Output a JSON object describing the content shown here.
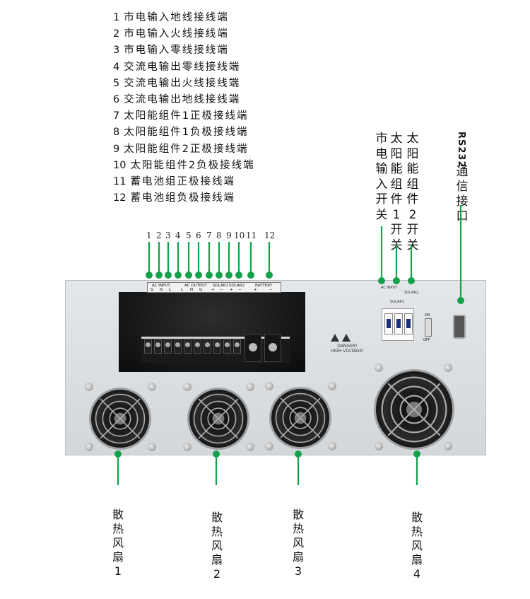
{
  "legend": [
    {
      "num": "1",
      "text": "市电输入地线接线端"
    },
    {
      "num": "2",
      "text": "市电输入火线接线端"
    },
    {
      "num": "3",
      "text": "市电输入零线接线端"
    },
    {
      "num": "4",
      "text": "交流电输出零线接线端"
    },
    {
      "num": "5",
      "text": "交流电输出火线接线端"
    },
    {
      "num": "6",
      "text": "交流电输出地线接线端"
    },
    {
      "num": "7",
      "text": "太阳能组件1正极接线端"
    },
    {
      "num": "8",
      "text": "太阳能组件1负极接线端"
    },
    {
      "num": "9",
      "text": "太阳能组件2正极接线端"
    },
    {
      "num": "10",
      "text": "太阳能组件2负极接线端"
    },
    {
      "num": "11",
      "text": "蓄电池组正极接线端"
    },
    {
      "num": "12",
      "text": "蓄电池组负极接线端"
    }
  ],
  "switch_labels": {
    "mains": "市电输入开关",
    "solar1": "太阳能组件1开关",
    "solar2": "太阳能组件2开关"
  },
  "rs232": {
    "latin": "RS232",
    "cn": "通信接口"
  },
  "terminal_numbers": [
    "1",
    "2",
    "3",
    "4",
    "5",
    "6",
    "7",
    "8",
    "9",
    "10",
    "11",
    "12"
  ],
  "panel_strip": {
    "groups": [
      "AC INPUT",
      "AC OUTPUT",
      "SOLAR1",
      "SOLAR2",
      "BATTERY"
    ],
    "cells": [
      "G",
      "N",
      "L",
      "L",
      "N",
      "G",
      "+",
      "−",
      "+",
      "−",
      "+",
      "−"
    ]
  },
  "breaker_panel": {
    "ac_input": "AC INPUT",
    "solar1": "SOLAR1",
    "solar2": "SOLAR2",
    "on": "ON",
    "off": "OFF"
  },
  "warning": {
    "line1": "DANGER!",
    "line2": "HIGH VOLTAGE!"
  },
  "fans": [
    "散热风扇1",
    "散热风扇2",
    "散热风扇3",
    "散热风扇4"
  ],
  "colors": {
    "accent": "#13a24b"
  }
}
